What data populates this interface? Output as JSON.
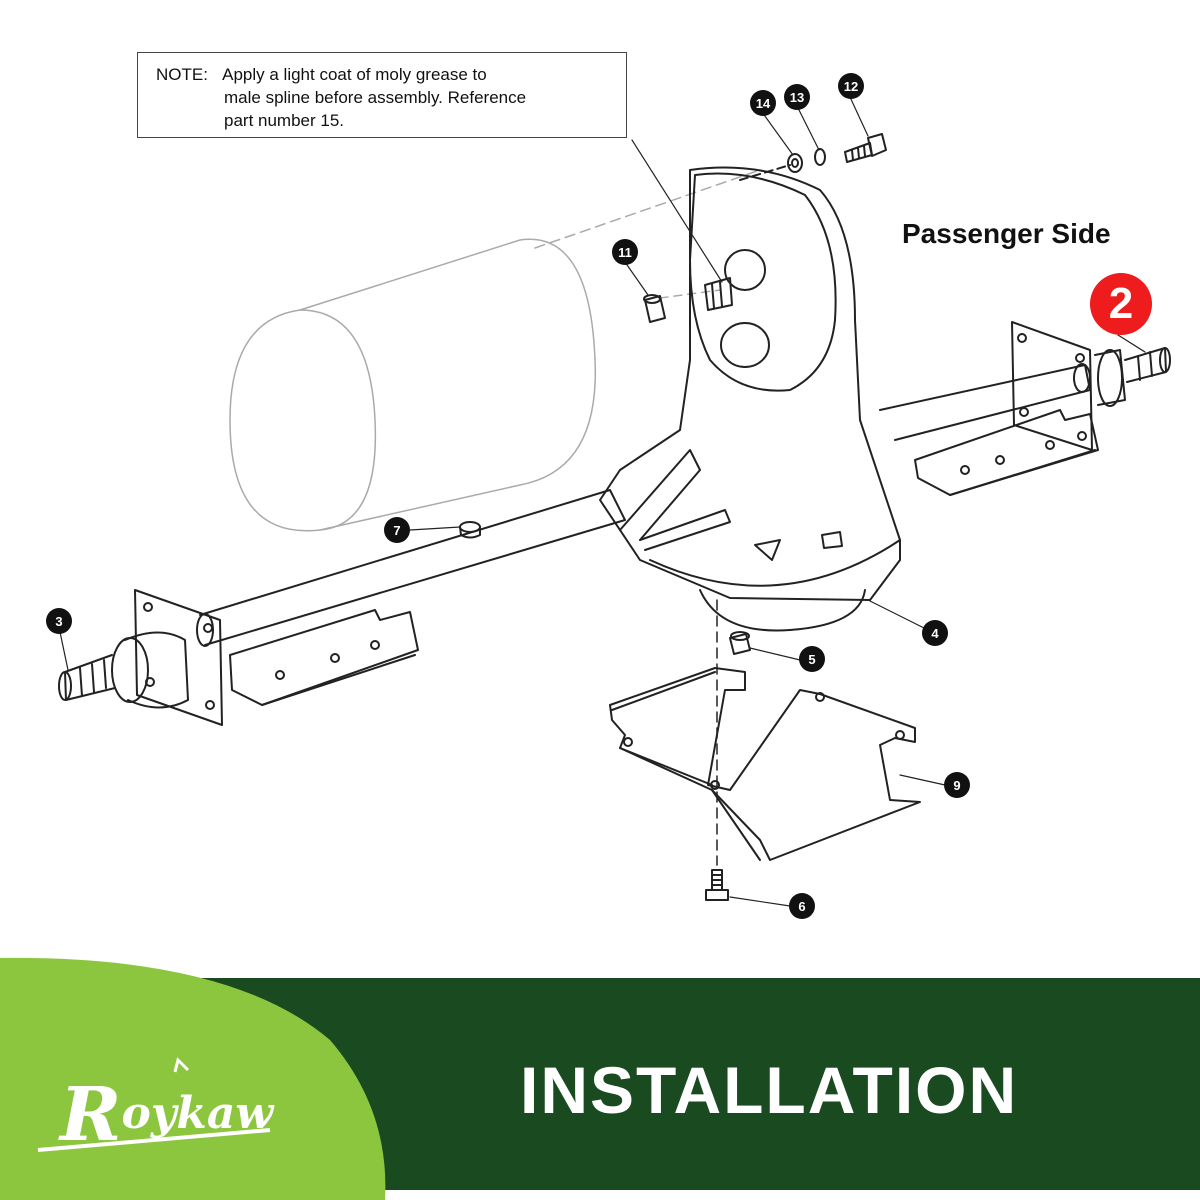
{
  "note": {
    "label": "NOTE:",
    "line1": "Apply a light coat of moly grease to",
    "line2": "male spline before assembly. Reference",
    "line3": "part number 15."
  },
  "passenger_side": "Passenger Side",
  "callouts": {
    "c2": "2",
    "c3": "3",
    "c4": "4",
    "c5": "5",
    "c6": "6",
    "c7": "7",
    "c9": "9",
    "c11": "11",
    "c12": "12",
    "c13": "13",
    "c14": "14"
  },
  "banner": {
    "title": "INSTALLATION",
    "brand": "Roykaw",
    "brand_first": "R",
    "brand_rest": "oykaw"
  },
  "colors": {
    "banner_dark_green": "#1a4a1f",
    "banner_light_green": "#8cc63f",
    "callout_red": "#ee1c1c",
    "callout_black": "#111111"
  }
}
